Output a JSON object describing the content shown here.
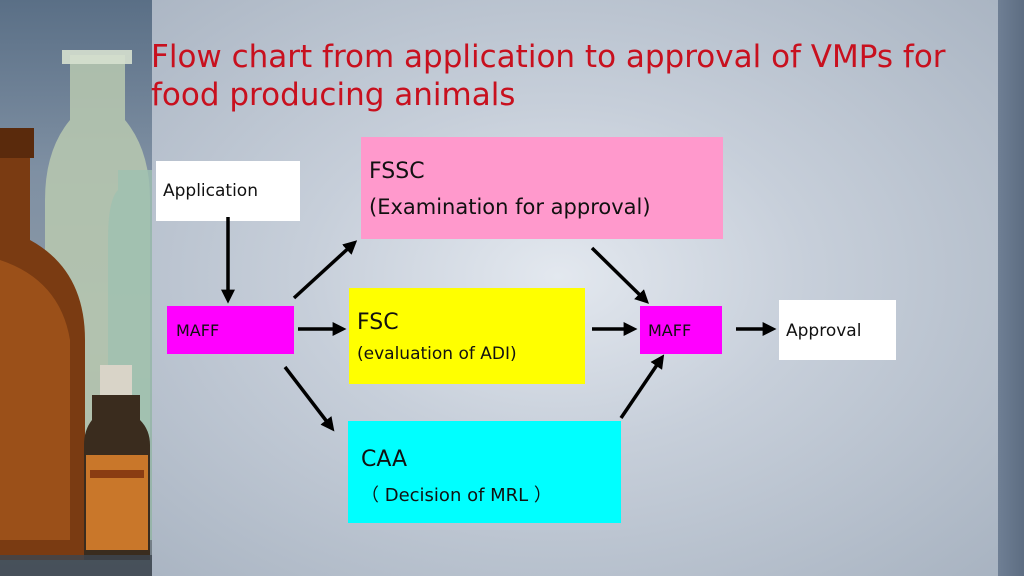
{
  "slide": {
    "title_line1": "Flow chart from application to approval of VMPs for",
    "title_line2": "food producing animals"
  },
  "nodes": {
    "application": {
      "label": "Application",
      "color": "#ffffff"
    },
    "maff_left": {
      "label": "MAFF",
      "color": "#ff00ff"
    },
    "fssc": {
      "label": "FSSC",
      "sublabel": "(Examination for approval)",
      "color": "#ff99cc"
    },
    "fsc": {
      "label": "FSC",
      "sublabel": "(evaluation of ADI)",
      "color": "#ffff00"
    },
    "caa": {
      "label": "CAA",
      "sublabel": "（ Decision of  MRL ）",
      "color": "#00ffff"
    },
    "maff_right": {
      "label": "MAFF",
      "color": "#ff00ff"
    },
    "approval": {
      "label": "Approval",
      "color": "#ffffff"
    }
  },
  "colors": {
    "title": "#c8101e",
    "arrow": "#000000"
  }
}
